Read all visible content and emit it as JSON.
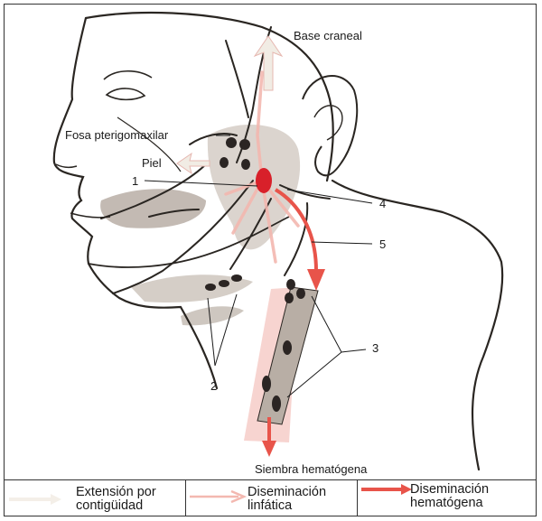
{
  "labels": {
    "base_craneal": "Base craneal",
    "fosa": "Fosa pterigomaxilar",
    "piel": "Piel",
    "siembra": "Siembra hematógena",
    "num1": "1",
    "num2": "2",
    "num3": "3",
    "num4": "4",
    "num5": "5"
  },
  "legend": {
    "contiguidad_line1": "Extensión por",
    "contiguidad_line2": "contigüidad",
    "linfatica_line1": "Diseminación",
    "linfatica_line2": "linfática",
    "hematogena_line1": "Diseminación",
    "hematogena_line2": "hematógena"
  },
  "colors": {
    "line_ink": "#2a2622",
    "contiguity_arrow": "#f1ece4",
    "lymphatic_arrow": "#f3b8b0",
    "hematogenous_arrow": "#e8544a",
    "tumor": "#d8202a",
    "tissue_gray": "#bdb4ab",
    "lymph_node": "#2b2523",
    "spread_pink": "#f4c6c0"
  }
}
